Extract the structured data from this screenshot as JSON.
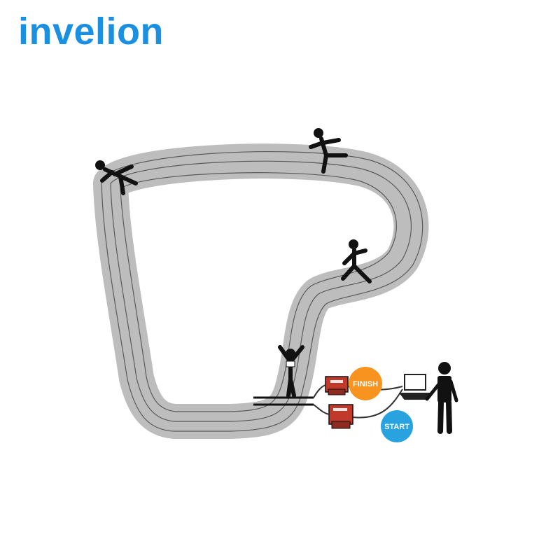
{
  "brand": {
    "name": "invelion",
    "color": "#1b8fe0"
  },
  "badges": {
    "finish_label": "FINISH",
    "finish_color": "#f7931e",
    "start_label": "START",
    "start_color": "#29a3e0"
  },
  "colors": {
    "track": "#bdbdbd",
    "track_lane": "#5a5a5a",
    "figure": "#111111",
    "reader": "#c0392b",
    "cable": "#333333",
    "laptop": "#222222"
  }
}
